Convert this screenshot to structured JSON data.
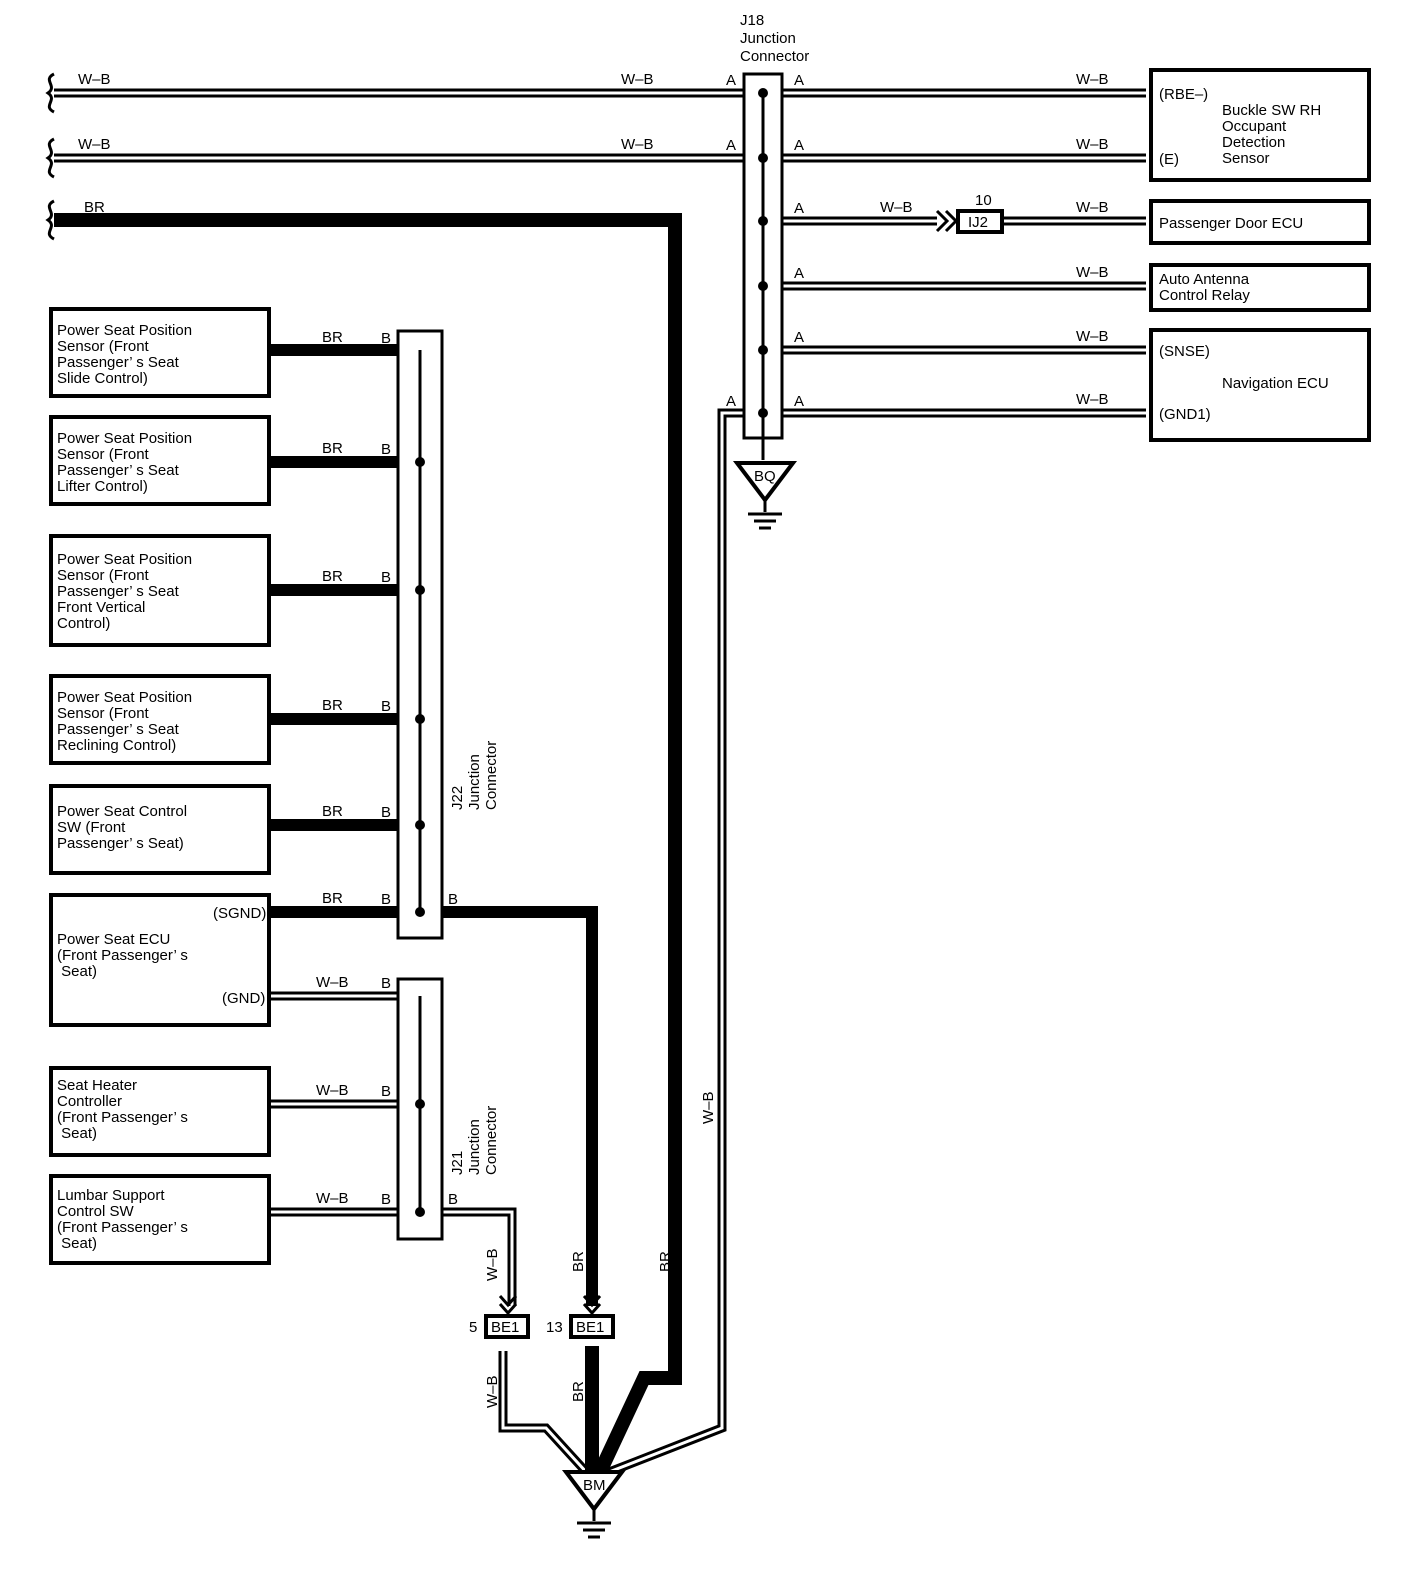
{
  "wire_colors": {
    "w_b": "W–B",
    "br": "BR"
  },
  "j18": {
    "id": "J18",
    "line2": "Junction",
    "line3": "Connector",
    "pin": "A"
  },
  "j22": {
    "id": "J22",
    "line2": "Junction",
    "line3": "Connector",
    "pin": "B"
  },
  "j21": {
    "id": "J21",
    "line2": "Junction",
    "line3": "Connector",
    "pin": "B"
  },
  "ij2": {
    "code": "IJ2",
    "pin": "10"
  },
  "be1_a": {
    "code": "BE1",
    "pin": "5"
  },
  "be1_b": {
    "code": "BE1",
    "pin": "13"
  },
  "grounds": {
    "bq": "BQ",
    "bm": "BM"
  },
  "components_right": {
    "buckle": {
      "lines": [
        "Buckle SW RH",
        "Occupant",
        "Detection",
        "Sensor"
      ],
      "term1": "(RBE–)",
      "term2": "(E)"
    },
    "door_ecu": {
      "lines": [
        "Passenger Door ECU"
      ]
    },
    "antenna": {
      "lines": [
        "Auto Antenna",
        "Control Relay"
      ]
    },
    "nav": {
      "lines": [
        "Navigation ECU"
      ],
      "term1": "(SNSE)",
      "term2": "(GND1)"
    }
  },
  "components_left": {
    "pssr_slide": {
      "lines": [
        "Power Seat Position",
        "Sensor (Front",
        "Passenger’ s Seat",
        "Slide Control)"
      ]
    },
    "pssr_lifter": {
      "lines": [
        "Power Seat Position",
        "Sensor (Front",
        "Passenger’ s Seat",
        "Lifter Control)"
      ]
    },
    "pssr_front": {
      "lines": [
        "Power Seat Position",
        "Sensor (Front",
        "Passenger’ s Seat",
        "Front Vertical",
        "Control)"
      ]
    },
    "pssr_recl": {
      "lines": [
        "Power Seat Position",
        "Sensor (Front",
        "Passenger’ s Seat",
        "Reclining Control)"
      ]
    },
    "ps_sw": {
      "lines": [
        "Power Seat Control",
        "SW (Front",
        "Passenger’ s Seat)"
      ]
    },
    "ps_ecu": {
      "lines": [
        "Power Seat ECU",
        "(Front Passenger’ s",
        " Seat)"
      ],
      "term1": "(SGND)",
      "term2": "(GND)"
    },
    "heater": {
      "lines": [
        "Seat Heater",
        "Controller",
        "(Front Passenger’ s",
        " Seat)"
      ]
    },
    "lumbar": {
      "lines": [
        "Lumbar Support",
        "Control SW",
        "(Front Passenger’ s",
        " Seat)"
      ]
    }
  }
}
